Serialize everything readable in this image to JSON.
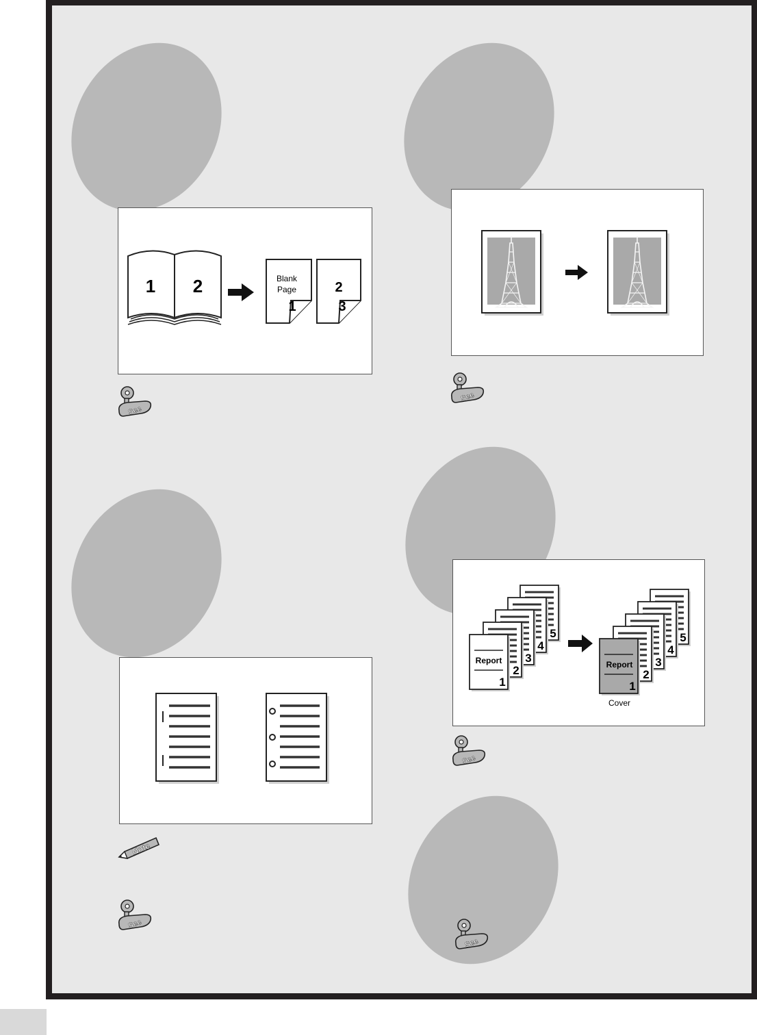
{
  "colors": {
    "frame": "#231f20",
    "background": "#e8e8e8",
    "blob": "#b8b8b8",
    "panel": "#ffffff",
    "cover_fill": "#a9a9a9"
  },
  "icons": {
    "see": "see-stamp-icon",
    "note": "note-pencil-icon"
  },
  "panel_book": {
    "left_page_number": "1",
    "right_page_number": "2",
    "sheet1_line1": "Blank",
    "sheet1_line2": "Page",
    "sheet1_corner_number": "1",
    "sheet2_page_number": "2",
    "sheet2_corner_number": "3"
  },
  "panel_cover": {
    "pages": [
      "5",
      "4",
      "3",
      "2"
    ],
    "report_label": "Report",
    "first_page_number": "1",
    "cover_label": "Cover"
  },
  "see_label": "See",
  "note_label": "Note"
}
